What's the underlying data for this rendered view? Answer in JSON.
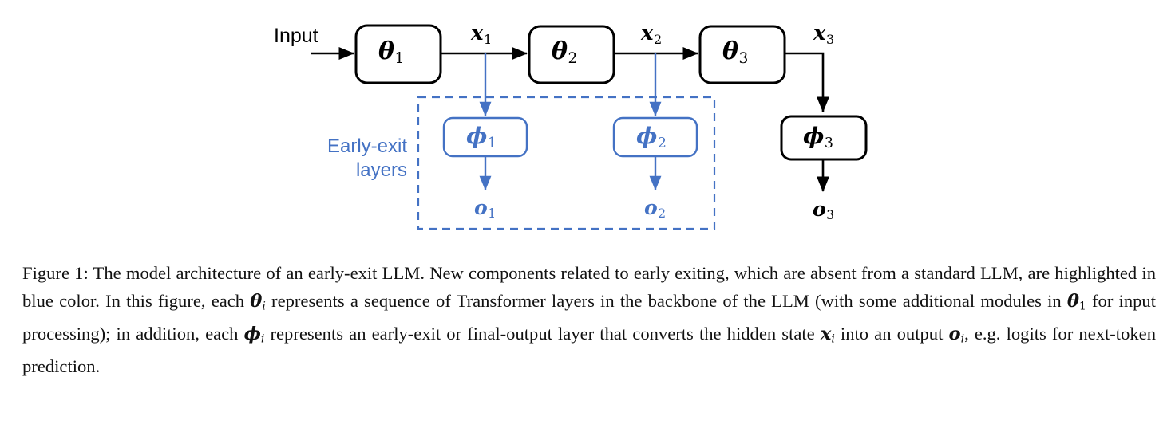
{
  "figure": {
    "input_label": "Input",
    "early_exit_label_line1": "Early-exit",
    "early_exit_label_line2": "layers",
    "blocks": [
      {
        "name": "theta-1",
        "symbol": "θ",
        "subscript": "1",
        "color": "#000000"
      },
      {
        "name": "theta-2",
        "symbol": "θ",
        "subscript": "2",
        "color": "#000000"
      },
      {
        "name": "theta-3",
        "symbol": "θ",
        "subscript": "3",
        "color": "#000000"
      },
      {
        "name": "phi-1",
        "symbol": "ϕ",
        "subscript": "1",
        "color": "#4472C4"
      },
      {
        "name": "phi-2",
        "symbol": "ϕ",
        "subscript": "2",
        "color": "#4472C4"
      },
      {
        "name": "phi-3",
        "symbol": "ϕ",
        "subscript": "3",
        "color": "#000000"
      }
    ],
    "hidden_states": [
      {
        "name": "x-1",
        "symbol": "x",
        "subscript": "1",
        "color": "#000000"
      },
      {
        "name": "x-2",
        "symbol": "x",
        "subscript": "2",
        "color": "#000000"
      },
      {
        "name": "x-3",
        "symbol": "x",
        "subscript": "3",
        "color": "#000000"
      }
    ],
    "outputs": [
      {
        "name": "o-1",
        "symbol": "o",
        "subscript": "1",
        "color": "#4472C4"
      },
      {
        "name": "o-2",
        "symbol": "o",
        "subscript": "2",
        "color": "#4472C4"
      },
      {
        "name": "o-3",
        "symbol": "o",
        "subscript": "3",
        "color": "#000000"
      }
    ],
    "colors": {
      "accent_blue": "#4472C4",
      "black": "#000000",
      "background": "#FFFFFF"
    }
  },
  "caption": {
    "prefix": "Figure 1:",
    "seg1": " The model architecture of an early-exit LLM. New components related to early exiting, which are absent from a standard LLM, are highlighted in blue color. In this figure, each ",
    "m_theta_i": "θ",
    "m_theta_i_sub": "i",
    "seg2": " represents a sequence of Transformer layers in the backbone of the LLM (with some additional modules in ",
    "m_theta_1": "θ",
    "m_theta_1_sub": "1",
    "seg3": " for input processing); in addition, each ",
    "m_phi_i": "ϕ",
    "m_phi_i_sub": "i",
    "seg4": " represents an early-exit or final-output layer that converts the hidden state ",
    "m_x_i": "x",
    "m_x_i_sub": "i",
    "seg5": " into an output ",
    "m_o_i": "o",
    "m_o_i_sub": "i",
    "seg6": ", e.g. logits for next-token prediction."
  }
}
